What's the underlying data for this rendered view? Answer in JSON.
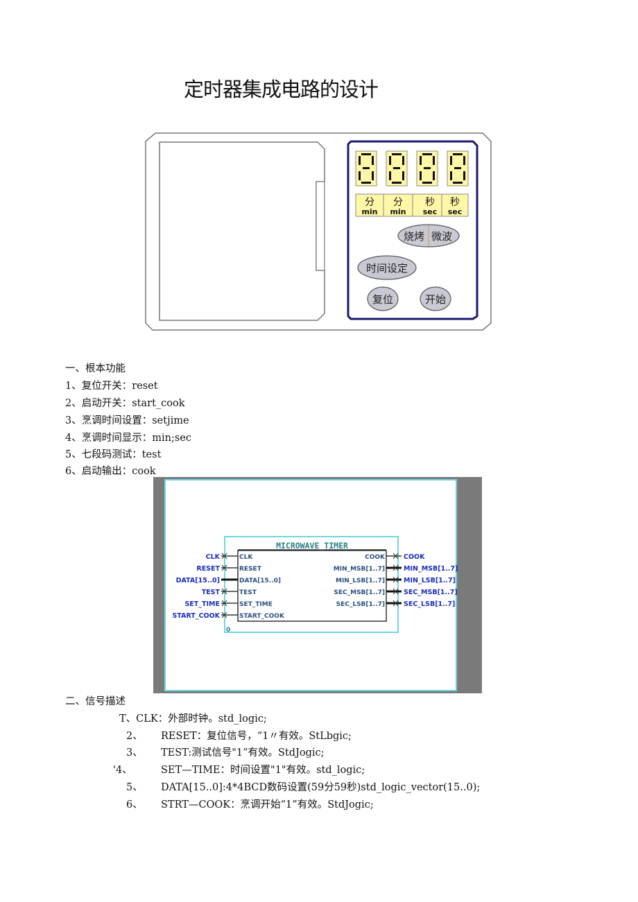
{
  "title": "定时器集成电路的设计",
  "oven": {
    "labels": [
      {
        "cn": "分",
        "en": "min"
      },
      {
        "cn": "分",
        "en": "min"
      },
      {
        "cn": "秒",
        "en": "sec"
      },
      {
        "cn": "秒",
        "en": "sec"
      }
    ],
    "buttons": {
      "bake": "烧烤",
      "microwave": "微波",
      "time_set": "时间设定",
      "reset": "复位",
      "start": "开始"
    }
  },
  "section1": {
    "heading": "一、根本功能",
    "items": [
      "1、复位开关：reset",
      "2、启动开关：start_cook",
      "3、烹调时间设置：setjime",
      "4、烹调时间显示：min;sec",
      "5、七段码测试：test",
      "6、启动输出：cook"
    ]
  },
  "schematic": {
    "block_name": "MICROWAVE_TIMER",
    "inputs_outside": [
      "CLK",
      "RESET",
      "DATA[15..0]",
      "TEST",
      "SET_TIME",
      "START_COOK"
    ],
    "inputs_inside": [
      "CLK",
      "RESET",
      "DATA[15..0]",
      "TEST",
      "SET_TIME",
      "START_COOK"
    ],
    "outputs_inside": [
      "COOK",
      "MIN_MSB[1..7]",
      "MIN_LSB[1..7]",
      "SEC_MSB[1..7]",
      "SEC_LSB[1..7]"
    ],
    "outputs_outside": [
      "COOK",
      "MIN_MSB[1..7]",
      "MIN_LSB[1..7]",
      "SEC_MSB[1..7]",
      "SEC_LSB[1..7]"
    ],
    "instance_mark": "0"
  },
  "section2": {
    "heading": "二、信号描述",
    "items": [
      {
        "num": "T、",
        "text": "CLK：外部时钟。std_logic;"
      },
      {
        "num": "2、",
        "text": "RESET：复位信号，“1〃有效。StLbgic;"
      },
      {
        "num": "3、",
        "text": "TEST:测试信号\"1”有效。StdJogic;"
      },
      {
        "num": "'4、",
        "text": "SET—TIME：时间设置\"1\"有效。std_logic;"
      },
      {
        "num": "5、",
        "text": "DATA[15..0]:4*4BCD数码设置(59分59秒)std_logic_vector(15..0);"
      },
      {
        "num": "6、",
        "text": "STRT—COOK：烹调开始“1”有效。StdJogic;"
      }
    ]
  },
  "colors": {
    "panel_border": "#1a1a6e",
    "display_bg": "#fff7a8",
    "button_fill": "#c9c9d3",
    "screen_bg": "#ffffff",
    "screen_frame": "#7a7a7a",
    "cyan": "#6fd6e0",
    "pin_blue": "#1a2dbf"
  }
}
